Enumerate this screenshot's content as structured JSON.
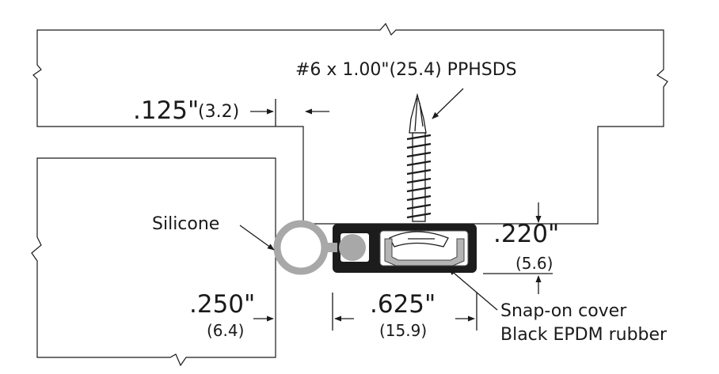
{
  "labels": {
    "screw": "#6 x 1.00\"(25.4) PPHSDS",
    "gap_in": ".125\"",
    "gap_mm": "(3.2)",
    "silicone": "Silicone",
    "height_in": ".220\"",
    "height_mm": "(5.6)",
    "offset_in": ".250\"",
    "offset_mm": "(6.4)",
    "width_in": ".625\"",
    "width_mm": "(15.9)",
    "cover_line1": "Snap-on cover",
    "cover_line2": "Black EPDM rubber"
  },
  "colors": {
    "line": "#1a1a1a",
    "extrusion": "#1c1c1c",
    "seal": "#a8a8a8",
    "cover": "#b4b4b4"
  }
}
